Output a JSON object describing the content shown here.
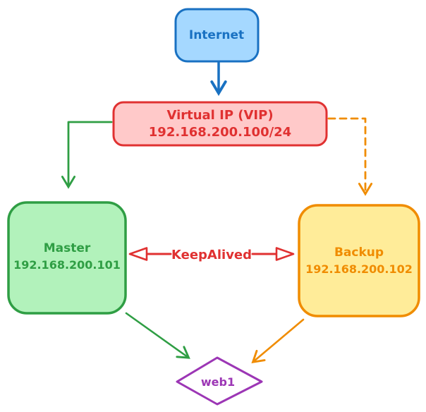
{
  "diagram": {
    "description": "High-availability virtual IP failover diagram",
    "background": "#ffffff",
    "nodes": {
      "internet": {
        "label": "Internet",
        "shape": "rounded-rect",
        "fill": "#a5d8ff",
        "stroke": "#1971c2",
        "text_color": "#1971c2"
      },
      "vip": {
        "label": "Virtual IP (VIP)",
        "ip": "192.168.200.100/24",
        "shape": "rounded-rect",
        "fill": "#ffc9c9",
        "stroke": "#e03131",
        "text_color": "#e03131"
      },
      "master": {
        "label": "Master",
        "ip": "192.168.200.101",
        "shape": "rounded-rect",
        "fill": "#b2f2bb",
        "stroke": "#2f9e44",
        "text_color": "#2f9e44"
      },
      "backup": {
        "label": "Backup",
        "ip": "192.168.200.102",
        "shape": "rounded-rect",
        "fill": "#ffec99",
        "stroke": "#f08c00",
        "text_color": "#f08c00"
      },
      "web1": {
        "label": "web1",
        "shape": "diamond",
        "fill": "#ffffff",
        "stroke": "#9c36b5",
        "text_color": "#9c36b5"
      }
    },
    "edges": {
      "internet_to_vip": {
        "from": "internet",
        "to": "vip",
        "color": "#1971c2",
        "line": "solid",
        "arrowhead": "vee"
      },
      "vip_to_master": {
        "from": "vip",
        "to": "master",
        "color": "#2f9e44",
        "line": "solid",
        "arrowhead": "vee"
      },
      "vip_to_backup": {
        "from": "vip",
        "to": "backup",
        "color": "#f08c00",
        "line": "dashed",
        "arrowhead": "vee"
      },
      "keepalived": {
        "from": "master",
        "to": "backup",
        "label": "KeepAlived",
        "color": "#e03131",
        "line": "solid",
        "arrowhead": "triangle",
        "bidirectional": true
      },
      "master_to_web1": {
        "from": "master",
        "to": "web1",
        "color": "#2f9e44",
        "line": "solid",
        "arrowhead": "vee"
      },
      "backup_to_web1": {
        "from": "backup",
        "to": "web1",
        "color": "#f08c00",
        "line": "solid",
        "arrowhead": "vee"
      }
    }
  }
}
